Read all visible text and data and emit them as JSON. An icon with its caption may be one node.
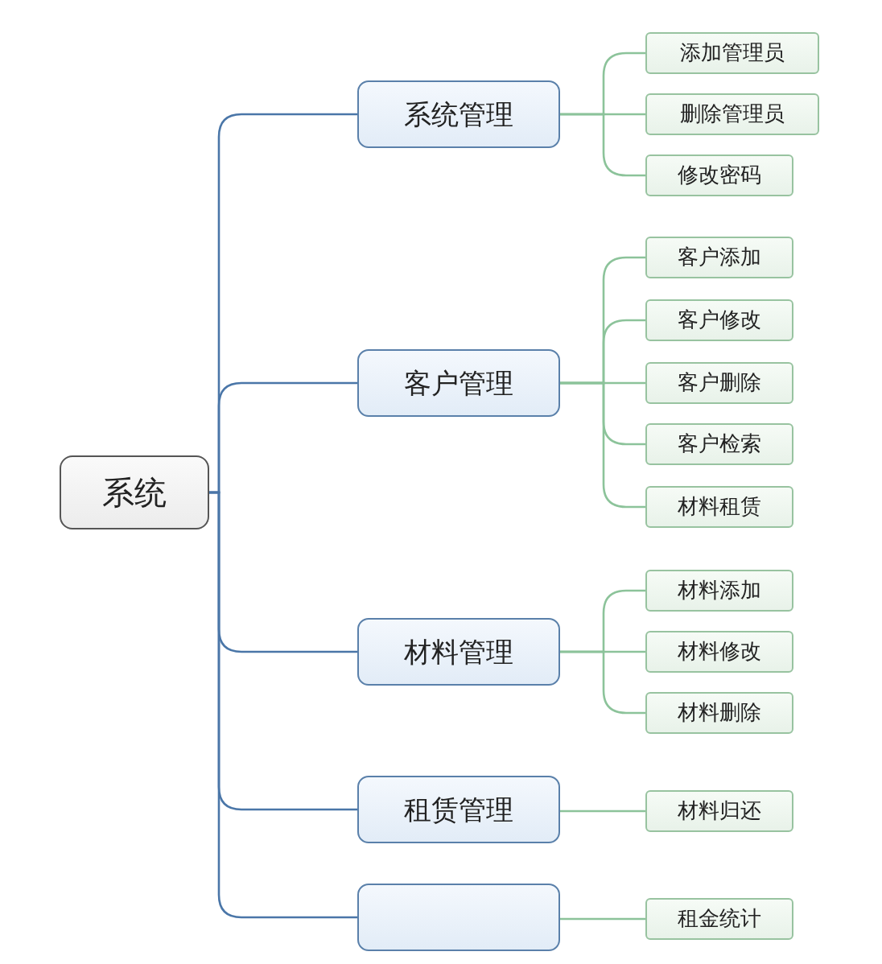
{
  "diagram": {
    "nodes": [
      {
        "text": [
          "系统"
        ]
      },
      {
        "text": [
          "系统管理"
        ]
      },
      {
        "text": [
          "添加管理员"
        ]
      },
      {
        "text": [
          "删除管理员"
        ]
      },
      {
        "text": [
          "修改密码"
        ]
      },
      {
        "text": [
          "客户管理"
        ]
      },
      {
        "text": [
          "客户添加"
        ]
      },
      {
        "text": [
          "客户修改"
        ]
      },
      {
        "text": [
          "客户删除"
        ]
      },
      {
        "text": [
          "客户检索"
        ]
      },
      {
        "text": [
          "材料租赁"
        ]
      },
      {
        "text": [
          "材料管理"
        ]
      },
      {
        "text": [
          "材料添加"
        ]
      },
      {
        "text": [
          "材料修改"
        ]
      },
      {
        "text": [
          "材料删除"
        ]
      },
      {
        "text": [
          "租赁管理"
        ]
      },
      {
        "text": [
          "材料归还"
        ]
      },
      {
        "text": [],
        "shape": "box"
      },
      {
        "text": [
          "租金统计"
        ]
      }
    ],
    "edges": [
      {
        "from": 0,
        "to": 1,
        "arrow": "none",
        "color": "#4a76a8"
      },
      {
        "from": 0,
        "to": 5,
        "arrow": "none",
        "color": "#4a76a8"
      },
      {
        "from": 0,
        "to": 11,
        "arrow": "none",
        "color": "#4a76a8"
      },
      {
        "from": 0,
        "to": 15,
        "arrow": "none",
        "color": "#4a76a8"
      },
      {
        "from": 0,
        "to": 17,
        "arrow": "none",
        "color": "#4a76a8"
      },
      {
        "from": 1,
        "to": 2,
        "arrow": "none"
      },
      {
        "from": 1,
        "to": 3,
        "arrow": "none"
      },
      {
        "from": 1,
        "to": 4,
        "arrow": "none"
      },
      {
        "from": 5,
        "to": 6,
        "arrow": "none"
      },
      {
        "from": 5,
        "to": 7,
        "arrow": "none"
      },
      {
        "from": 5,
        "to": 8,
        "arrow": "none"
      },
      {
        "from": 5,
        "to": 9,
        "arrow": "none"
      },
      {
        "from": 5,
        "to": 10,
        "arrow": "none"
      },
      {
        "from": 11,
        "to": 12,
        "arrow": "none"
      },
      {
        "from": 11,
        "to": 13,
        "arrow": "none"
      },
      {
        "from": 11,
        "to": 14,
        "arrow": "none"
      },
      {
        "from": 15,
        "to": 16,
        "arrow": "none"
      },
      {
        "from": 17,
        "to": 18,
        "arrow": "none"
      }
    ]
  }
}
